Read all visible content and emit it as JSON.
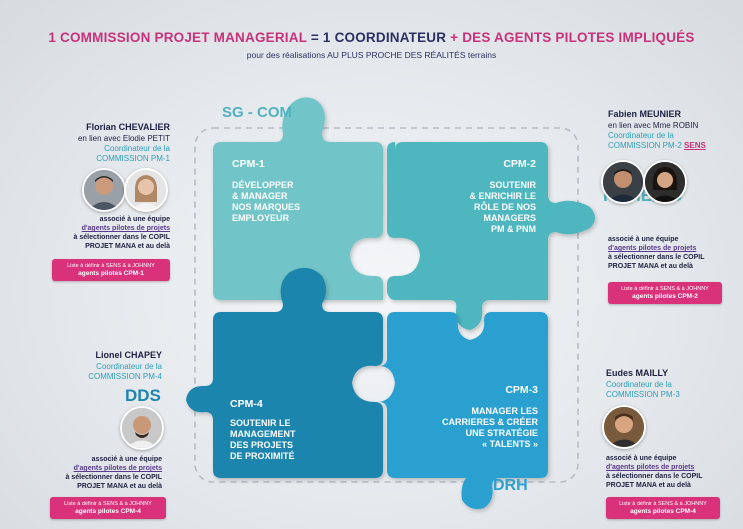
{
  "header": {
    "title_part1": "1 COMMISSION PROJET MANAGERIAL",
    "title_eq": " = ",
    "title_part2": "1 COORDINATEUR",
    "title_plus": " + ",
    "title_part3": "DES AGENTS PILOTES IMPLIQUÉS",
    "subtitle": "pour des réalisations AU PLUS PROCHE DES RÉALITÉS terrains"
  },
  "departments": {
    "sg_com": "SG - COM",
    "pcme_dg": "PCME/DG",
    "dds": "DDS",
    "drh": "DRH"
  },
  "pieces": {
    "cpm1": {
      "title": "CPM-1",
      "lines": [
        "DÉVELOPPER",
        "& MANAGER",
        "NOS MARQUES",
        "EMPLOYEUR"
      ]
    },
    "cpm2": {
      "title": "CPM-2",
      "lines": [
        "SOUTENIR",
        "& ENRICHIR LE",
        "RÔLE DE NOS",
        "MANAGERS",
        "PM & PNM"
      ]
    },
    "cpm4": {
      "title": "CPM-4",
      "lines": [
        "SOUTENIR LE",
        "MANAGEMENT",
        "DES PROJETS",
        "DE PROXIMITÉ"
      ]
    },
    "cpm3": {
      "title": "CPM-3",
      "lines": [
        "MANAGER LES",
        "CARRIERES & CRÉER",
        "UNE STRATÉGIE",
        "« TALENTS »"
      ]
    }
  },
  "people": {
    "florian": {
      "name": "Florian CHEVALIER",
      "link": "en lien avec Elodie PETIT",
      "coord1": "Coordinateur de la",
      "coord2": "COMMISSION PM-1",
      "assoc1": "associé à une équipe",
      "assoc2": "d'agents pilotes de projets",
      "assoc3": "à sélectionner dans le COPIL",
      "assoc4": "PROJET MANA et au delà",
      "badge_small": "Liste à définir à SENS & à JOHNNY",
      "badge_big": "agents pilotes CPM-1"
    },
    "fabien": {
      "name": "Fabien MEUNIER",
      "link": "en lien avec Mme ROBIN",
      "coord1": "Coordinateur de la",
      "coord2": "COMMISSION PM-2",
      "coord2_extra": "SENS",
      "assoc1": "associé à une équipe",
      "assoc2": "d'agents pilotes de projets",
      "assoc3": "à sélectionner dans le COPIL",
      "assoc4": "PROJET MANA et au delà",
      "badge_small": "Liste à définir à SENS & à JOHNNY",
      "badge_big": "agents pilotes CPM-2"
    },
    "lionel": {
      "name": "Lionel CHAPEY",
      "coord1": "Coordinateur de la",
      "coord2": "COMMISSION PM-4",
      "assoc1": "associé à une équipe",
      "assoc2": "d'agents pilotes de projets",
      "assoc3": "à sélectionner dans le COPIL",
      "assoc4": "PROJET MANA et au delà",
      "badge_small": "Liste à définir à SENS & à JOHNNY",
      "badge_big": "agents pilotes CPM-4"
    },
    "eudes": {
      "name": "Eudes MAILLY",
      "coord1": "Coordinateur de la",
      "coord2": "COMMISSION PM-3",
      "assoc1": "associé à une équipe",
      "assoc2": "d'agents pilotes de projets",
      "assoc3": "à sélectionner dans le COPIL",
      "assoc4": "PROJET MANA et au delà",
      "badge_small": "Liste à définir à SENS & à JOHNNY",
      "badge_big": "agents pilotes CPM-4"
    }
  },
  "colors": {
    "pink": "#c9317a",
    "navy": "#2b2f63",
    "teal_light": "#6fc3c6",
    "teal_mid": "#48b5c0",
    "blue_dark": "#1e7fa8",
    "blue_mid": "#2a9ed0",
    "badge": "#d9317a"
  }
}
